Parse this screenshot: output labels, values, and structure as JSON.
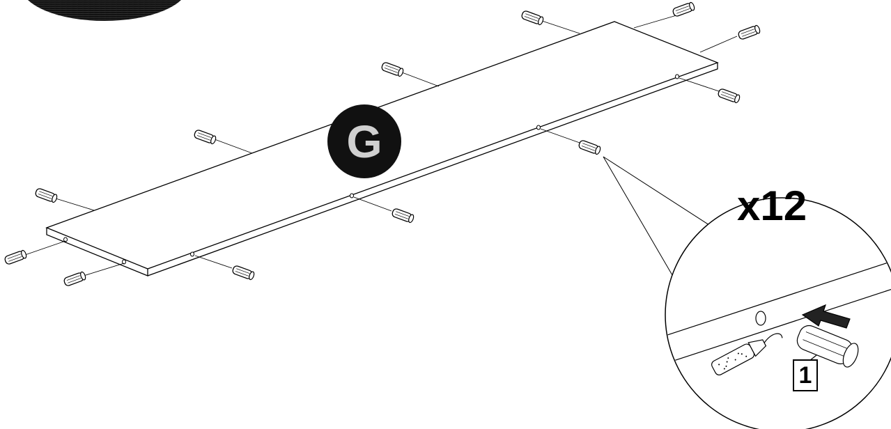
{
  "panel": {
    "label": "G"
  },
  "detail": {
    "quantity": "x12",
    "part_number": "1"
  },
  "icons": [
    "dowel-icon",
    "glue-bottle-icon",
    "insert-arrow-icon"
  ]
}
